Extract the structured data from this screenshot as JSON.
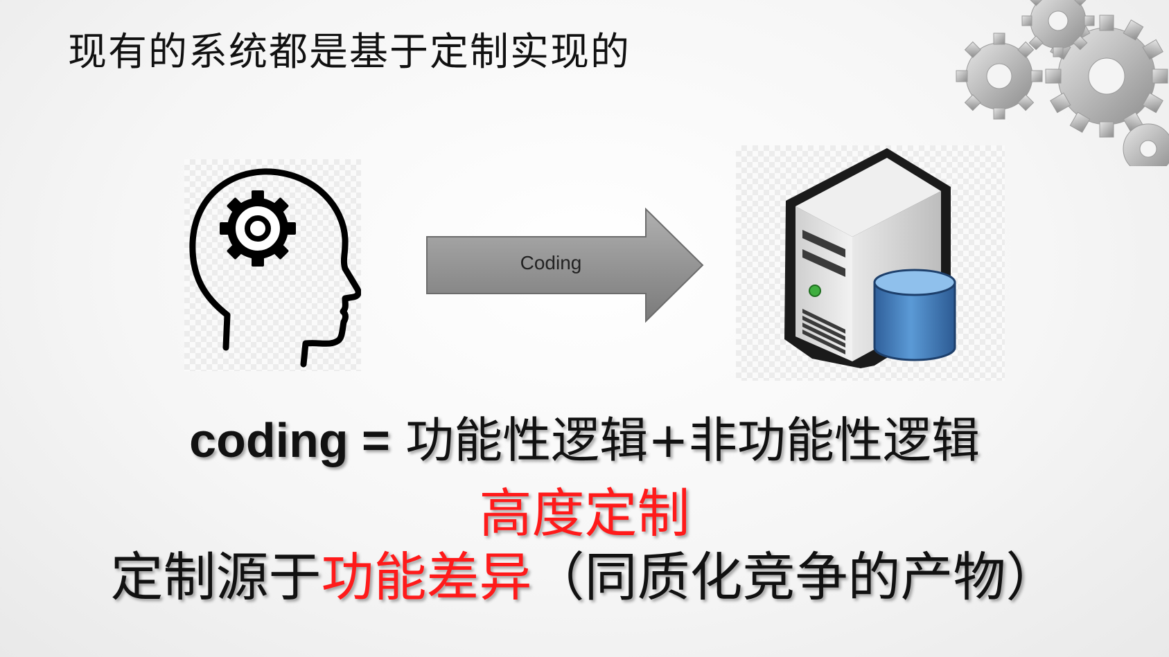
{
  "slide": {
    "title": "现有的系统都是基于定制实现的",
    "arrow_label": "Coding",
    "formula": {
      "lhs": "coding =",
      "rhs": " 功能性逻辑+非功能性逻辑"
    },
    "emphasis": "高度定制",
    "conclusion": {
      "prefix": "定制源于",
      "highlight": "功能差异",
      "suffix": "（同质化竞争的产物）"
    }
  },
  "icons": {
    "head": "head-with-gear-icon",
    "arrow": "right-arrow-icon",
    "server": "server-database-icon",
    "decoration": "gears-decoration"
  },
  "colors": {
    "highlight": "#ff1a1a",
    "text": "#111111",
    "arrow_fill": "#8c8c8c",
    "database_blue": "#3a76b8"
  }
}
